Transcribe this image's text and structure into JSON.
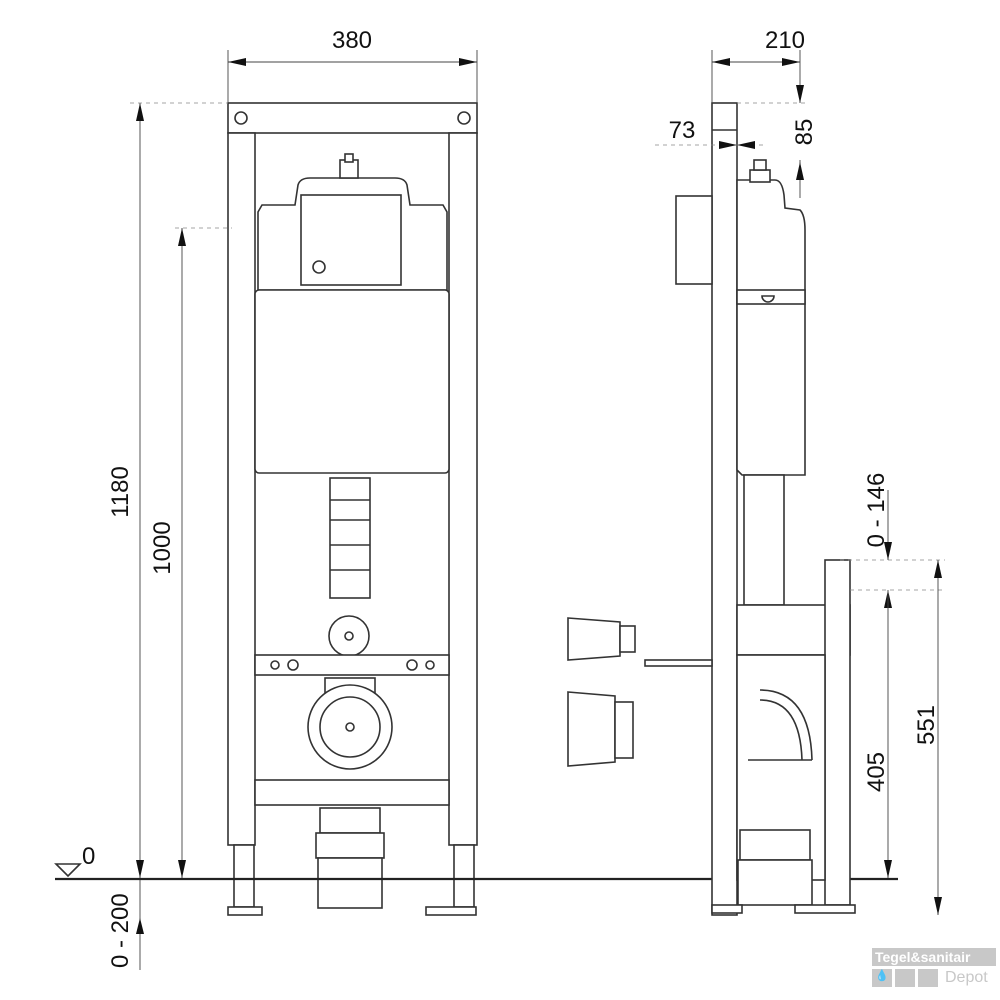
{
  "front_view": {
    "width_label": "380",
    "height_label": "1180",
    "inlet_height_label": "1000",
    "floor_label": "0",
    "adjust_label": "0 - 200"
  },
  "side_view": {
    "depth_label": "210",
    "offset_label": "73",
    "top_gap_label": "85",
    "adjust_label": "0 - 146",
    "outlet_height_label": "551",
    "outlet_center_label": "405"
  },
  "watermark": {
    "brand": "Tegel&sanitair",
    "sub": "Depot"
  }
}
